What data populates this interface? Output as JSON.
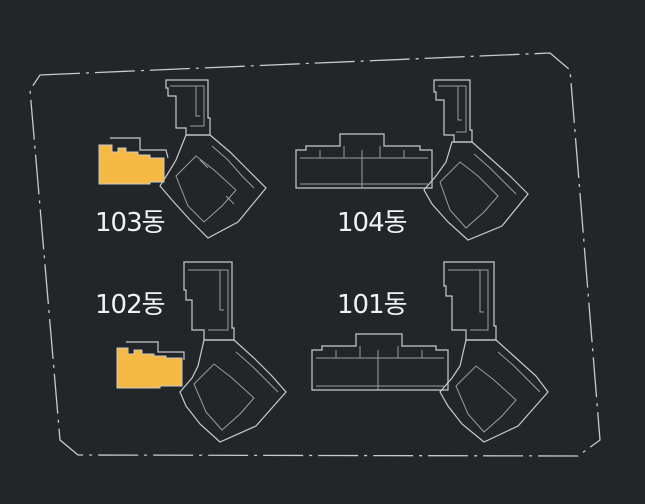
{
  "buildings": [
    {
      "id": "103",
      "label": "103동",
      "highlighted": true
    },
    {
      "id": "104",
      "label": "104동",
      "highlighted": false
    },
    {
      "id": "102",
      "label": "102동",
      "highlighted": true
    },
    {
      "id": "101",
      "label": "101동",
      "highlighted": false
    }
  ],
  "colors": {
    "background": "#222629",
    "outline": "#c8cacb",
    "highlight": "#f5b944",
    "label": "#f2f2f2"
  }
}
